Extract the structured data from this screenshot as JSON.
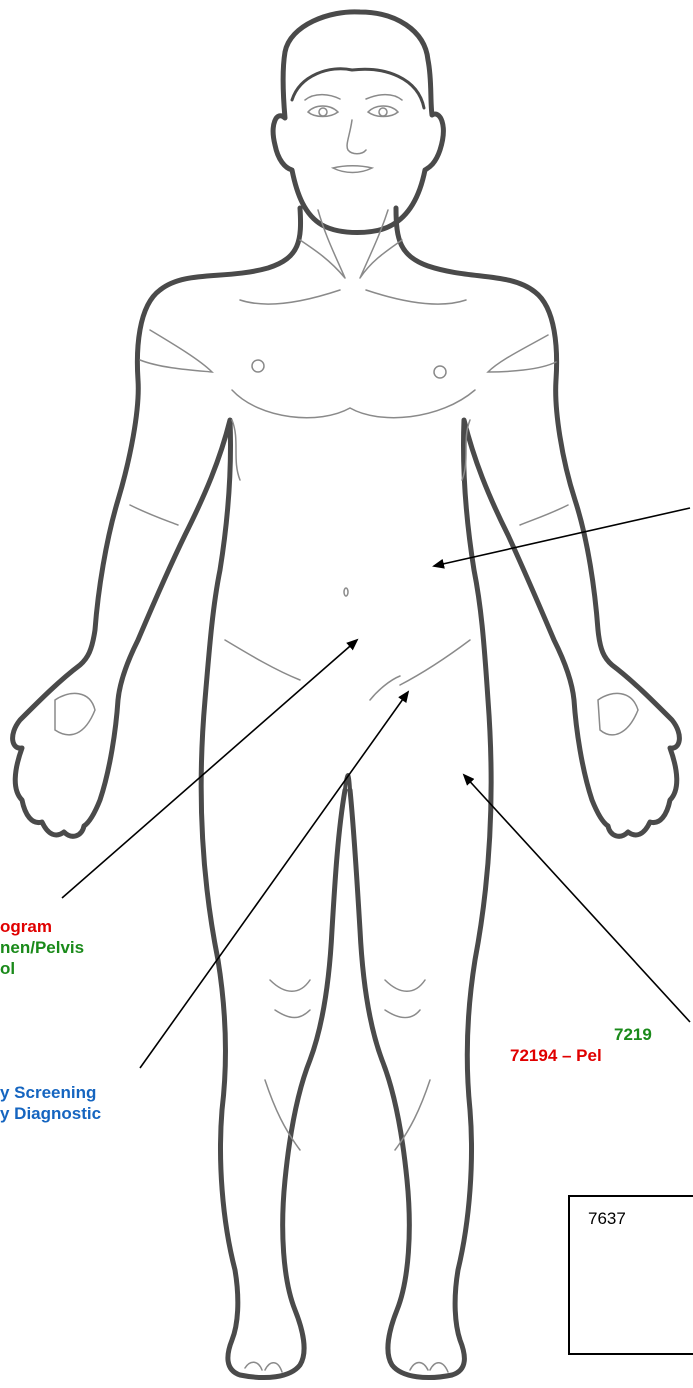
{
  "colors": {
    "outline": "#4a4a4a",
    "detail": "#8a8a8a",
    "arrow": "#000000",
    "red": "#e00000",
    "green": "#1a8a1a",
    "blue": "#1565c0"
  },
  "labels": {
    "left_group": {
      "line1": "ogram",
      "line2": "nen/Pelvis",
      "line3": "ol"
    },
    "blue_group": {
      "line1": "y Screening",
      "line2": "y Diagnostic"
    },
    "right_group": {
      "line1": "7219",
      "line2": "72194 – Pel"
    }
  },
  "info_box": {
    "text": "7637"
  }
}
